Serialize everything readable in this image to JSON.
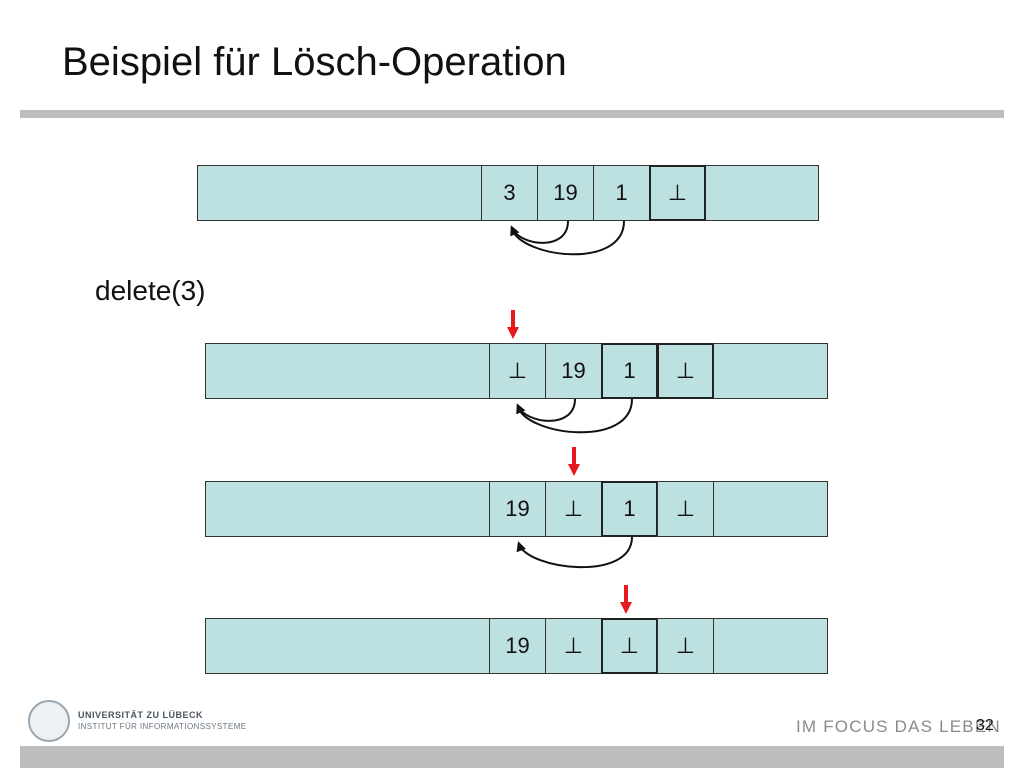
{
  "slide": {
    "title": "Beispiel für Lösch-Operation",
    "operation": "delete(3)",
    "page_number": "32",
    "footer_motto": "IM FOCUS DAS LEBEN",
    "logo": {
      "university": "UNIVERSITÄT ZU LÜBECK",
      "institute": "INSTITUT FÜR INFORMATIONSSYSTEME"
    }
  },
  "colors": {
    "array_fill": "#bde0e0",
    "arrow_red": "#e8191c",
    "rule_gray": "#bdbdbd"
  },
  "arrays": [
    {
      "cells": [
        "3",
        "19",
        "1",
        "⊥"
      ],
      "pointer_at": null
    },
    {
      "cells": [
        "⊥",
        "19",
        "1",
        "⊥"
      ],
      "pointer_at": 0
    },
    {
      "cells": [
        "19",
        "⊥",
        "1",
        "⊥"
      ],
      "pointer_at": 1
    },
    {
      "cells": [
        "19",
        "⊥",
        "⊥",
        "⊥"
      ],
      "pointer_at": 2
    }
  ]
}
